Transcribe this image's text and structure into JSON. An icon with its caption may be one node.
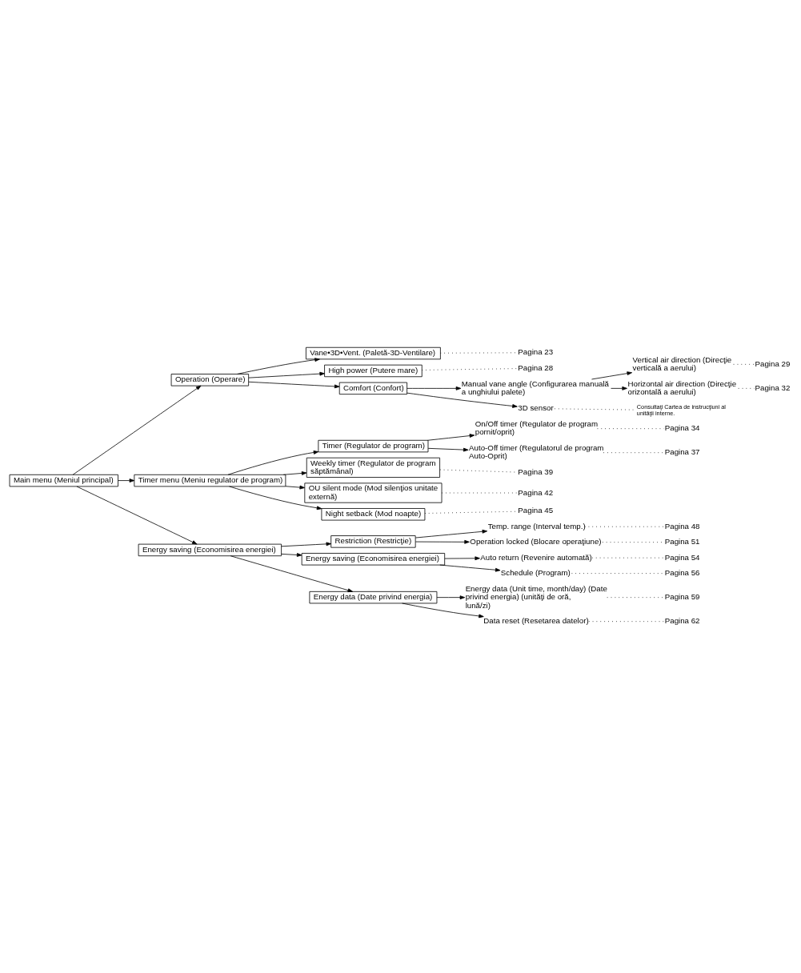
{
  "diagram": {
    "nodes": [
      {
        "text": [
          "Main menu (Meniul principal)"
        ]
      },
      {
        "text": [
          "Operation (Operare)"
        ]
      },
      {
        "text": [
          "Vane•3D•Vent. (Paletă-3D-Ventilare)"
        ]
      },
      {
        "text": [
          "Pagina 23"
        ]
      },
      {
        "text": [
          "High power (Putere mare)"
        ]
      },
      {
        "text": [
          "Pagina 28"
        ]
      },
      {
        "text": [
          "Comfort (Confort)"
        ]
      },
      {
        "text": [
          "Manual vane angle (Configurarea manuală a unghiului palete)"
        ]
      },
      {
        "text": [
          "Vertical air direction (Direcţie verticală a aerului)"
        ]
      },
      {
        "text": [
          "Pagina 29"
        ]
      },
      {
        "text": [
          "Horizontal air direction (Direcţie orizontală a aerului)"
        ]
      },
      {
        "text": [
          "Pagina 32"
        ]
      },
      {
        "text": [
          "3D sensor"
        ]
      },
      {
        "text": [
          "Consultaţi Cartea de instrucţiuni al unităţii interne."
        ]
      },
      {
        "text": [
          "Timer menu (Meniu regulator de program)"
        ]
      },
      {
        "text": [
          "Timer (Regulator de program)"
        ]
      },
      {
        "text": [
          "On/Off timer (Regulator de program pornit/oprit)"
        ]
      },
      {
        "text": [
          "Pagina 34"
        ]
      },
      {
        "text": [
          "Auto-Off timer (Regulatorul de program Auto-Oprit)"
        ]
      },
      {
        "text": [
          "Pagina 37"
        ]
      },
      {
        "text": [
          "Weekly timer (Regulator de program săptămânal)"
        ]
      },
      {
        "text": [
          "Pagina 39"
        ]
      },
      {
        "text": [
          "OU silent mode (Mod silenţios unitate externă)"
        ]
      },
      {
        "text": [
          "Pagina 42"
        ]
      },
      {
        "text": [
          "Night setback (Mod noapte)"
        ]
      },
      {
        "text": [
          "Pagina 45"
        ]
      },
      {
        "text": [
          "Energy saving (Economisirea energiei)"
        ]
      },
      {
        "text": [
          "Restriction (Restricţie)"
        ]
      },
      {
        "text": [
          "Temp. range (Interval temp.)"
        ]
      },
      {
        "text": [
          "Pagina 48"
        ]
      },
      {
        "text": [
          "Operation locked (Blocare operaţiune)"
        ]
      },
      {
        "text": [
          "Pagina 51"
        ]
      },
      {
        "text": [
          "Energy saving (Economisirea energiei)"
        ]
      },
      {
        "text": [
          "Auto return (Revenire automată)"
        ]
      },
      {
        "text": [
          "Pagina 54"
        ]
      },
      {
        "text": [
          "Schedule (Program)"
        ]
      },
      {
        "text": [
          "Pagina 56"
        ]
      },
      {
        "text": [
          "Energy data (Date privind energia)"
        ]
      },
      {
        "text": [
          "Energy data (Unit time, month/day) (Date privind energia) (unităţi de oră, lună/zi)"
        ]
      },
      {
        "text": [
          "Pagina 59"
        ]
      },
      {
        "text": [
          "Data reset (Resetarea datelor)"
        ]
      },
      {
        "text": [
          "Pagina 62"
        ]
      }
    ],
    "edges": [
      {
        "from": 0,
        "to": 1,
        "arrow": "to"
      },
      {
        "from": 1,
        "to": 2,
        "arrow": "to"
      },
      {
        "from": 2,
        "to": 3,
        "arrow": "none",
        "style": "dashed"
      },
      {
        "from": 1,
        "to": 4,
        "arrow": "to"
      },
      {
        "from": 4,
        "to": 5,
        "arrow": "none",
        "style": "dashed"
      },
      {
        "from": 1,
        "to": 6,
        "arrow": "to"
      },
      {
        "from": 6,
        "to": 7,
        "arrow": "to"
      },
      {
        "from": 7,
        "to": 8,
        "arrow": "to"
      },
      {
        "from": 8,
        "to": 9,
        "arrow": "none",
        "style": "dashed"
      },
      {
        "from": 7,
        "to": 10,
        "arrow": "to"
      },
      {
        "from": 10,
        "to": 11,
        "arrow": "none",
        "style": "dashed"
      },
      {
        "from": 6,
        "to": 12,
        "arrow": "to"
      },
      {
        "from": 12,
        "to": 13,
        "arrow": "none",
        "style": "dashed"
      },
      {
        "from": 0,
        "to": 14,
        "arrow": "to"
      },
      {
        "from": 14,
        "to": 15,
        "arrow": "to"
      },
      {
        "from": 15,
        "to": 16,
        "arrow": "to"
      },
      {
        "from": 16,
        "to": 17,
        "arrow": "none",
        "style": "dashed"
      },
      {
        "from": 15,
        "to": 18,
        "arrow": "to"
      },
      {
        "from": 18,
        "to": 19,
        "arrow": "none",
        "style": "dashed"
      },
      {
        "from": 14,
        "to": 20,
        "arrow": "to"
      },
      {
        "from": 20,
        "to": 21,
        "arrow": "none",
        "style": "dashed"
      },
      {
        "from": 14,
        "to": 22,
        "arrow": "to"
      },
      {
        "from": 22,
        "to": 23,
        "arrow": "none",
        "style": "dashed"
      },
      {
        "from": 14,
        "to": 24,
        "arrow": "to"
      },
      {
        "from": 24,
        "to": 25,
        "arrow": "none",
        "style": "dashed"
      },
      {
        "from": 0,
        "to": 26,
        "arrow": "to"
      },
      {
        "from": 26,
        "to": 27,
        "arrow": "to"
      },
      {
        "from": 27,
        "to": 28,
        "arrow": "to"
      },
      {
        "from": 28,
        "to": 29,
        "arrow": "none",
        "style": "dashed"
      },
      {
        "from": 27,
        "to": 30,
        "arrow": "to"
      },
      {
        "from": 30,
        "to": 31,
        "arrow": "none",
        "style": "dashed"
      },
      {
        "from": 26,
        "to": 32,
        "arrow": "to"
      },
      {
        "from": 32,
        "to": 33,
        "arrow": "to"
      },
      {
        "from": 33,
        "to": 34,
        "arrow": "none",
        "style": "dashed"
      },
      {
        "from": 32,
        "to": 35,
        "arrow": "to"
      },
      {
        "from": 35,
        "to": 36,
        "arrow": "none",
        "style": "dashed"
      },
      {
        "from": 26,
        "to": 37,
        "arrow": "to"
      },
      {
        "from": 37,
        "to": 38,
        "arrow": "to"
      },
      {
        "from": 38,
        "to": 39,
        "arrow": "none",
        "style": "dashed"
      },
      {
        "from": 37,
        "to": 40,
        "arrow": "to"
      },
      {
        "from": 40,
        "to": 41,
        "arrow": "none",
        "style": "dashed"
      }
    ]
  }
}
